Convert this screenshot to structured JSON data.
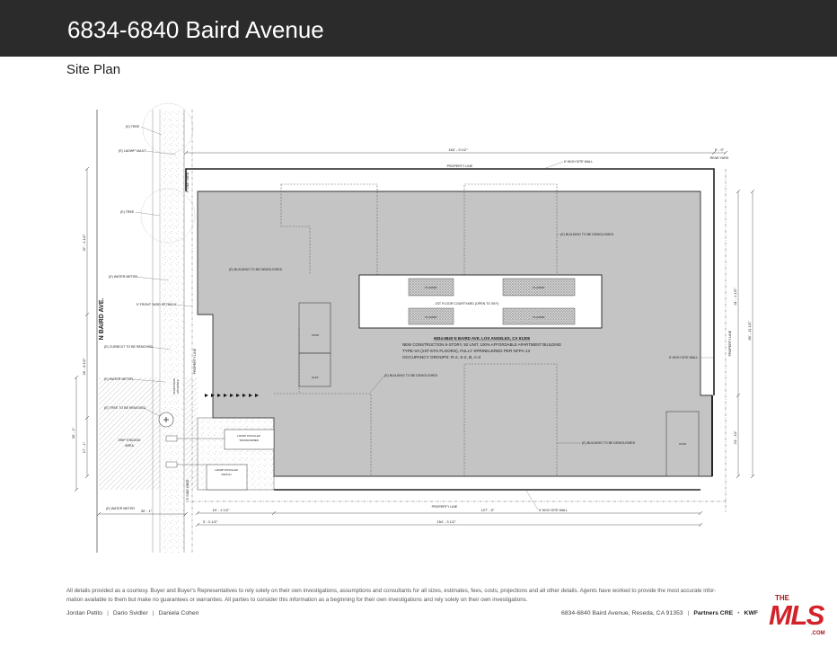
{
  "header": {
    "title": "6834-6840 Baird Avenue"
  },
  "section": {
    "title": "Site Plan"
  },
  "colors": {
    "header_bg": "#2b2b2b",
    "building_fill": "#c4c4c4",
    "logo_red": "#d2232a"
  },
  "site_plan": {
    "street_name": "N BAIRD AVE.",
    "left_labels": [
      "(E) TREE",
      "(E) LADWP VAULT",
      "(E) TREE",
      "(E) WATER METER",
      "5' FRONT YARD SETBACK",
      "(E) CURBCUT TO BE REMOVED",
      "(E) WATER METER",
      "(E) TREE TO BE REMOVED",
      "(E) WATER METER"
    ],
    "staging_area": [
      "SHIP STAGING",
      "AREA"
    ],
    "side_yard": "5' SIDE YARD",
    "pedestrian_entrance": [
      "PEDESTRIAN",
      "ENTRANCE"
    ],
    "property_line": "PROPERTY LINE",
    "site_wall": "6' HIGH SITE WALL",
    "rear_yard": "REAR YARD",
    "demolished": "(E) BUILDING TO BE DEMOLISHED",
    "courtyard": "1ST FLOOR COURTYARD (OPEN TO SKY)",
    "planter": "PLANTER",
    "stair": "STAIR",
    "elev": "ELEV",
    "project_info": [
      "6834-6840 N BAIRD AVE. LOS ANGELES, CA 91306",
      "NEW CONSTRUCTION 6-STORY, 92 UNIT, 100% AFFORDABLE APARTMENT BUILDING",
      "TYPE-VA (1ST-6TH FLOORS), FULLY SPRINKLERED PER NFPA-13",
      "OCCUPANCY GROUPS: R-2, S-2, B, A-3"
    ],
    "transformer": [
      "LADWP INSTALLED",
      "TRANSFORMER"
    ],
    "switch": [
      "LADWP INSTALLED",
      "SWITCH"
    ],
    "dimensions": {
      "top_overall": "164' - 9 1/2\"",
      "top_rear": "5' - 0\"",
      "right_upper": "61' - 1 1/2\"",
      "right_lower": "24' - 10\"",
      "right_overall": "85' - 11 1/2\"",
      "bottom_left": "19' - 1 1/2\"",
      "bottom_main": "127' - 5\"",
      "bottom_overall": "154' - 3 1/2\"",
      "bottom_offset": "3' - 0 1/2\"",
      "bottom_street": "30' - 1\"",
      "left_upper": "37' - 1 1/2\"",
      "left_middle": "26' - 8 1/2\"",
      "left_lower": "17' - 1\"",
      "left_outer": "30' - 1\""
    }
  },
  "footer": {
    "disclaimer": [
      "All details provided as a courtesy. Buyer and Buyer's Representatives to rely solely on their own investigations, assumptions and consultants for all sizes, estimates, fees, costs, projections and all other details. Agents have worked to provide the most accurate infor-",
      "mation available to them but make no guarantees or warranties. All parties to consider this information as a beginning for their own investigations and rely solely on their own investigations."
    ],
    "agents": [
      "Jordan Petito",
      "Dario Svidler",
      "Daniela Cohen"
    ],
    "separator": "|",
    "address": "6834-6840 Baird Avenue, Reseda, CA 91353",
    "brokerage_1": "Partners CRE",
    "bullet": "•",
    "brokerage_2": "KWF"
  },
  "logo": {
    "the": "THE",
    "mls": "MLS",
    "com": ".COM"
  }
}
